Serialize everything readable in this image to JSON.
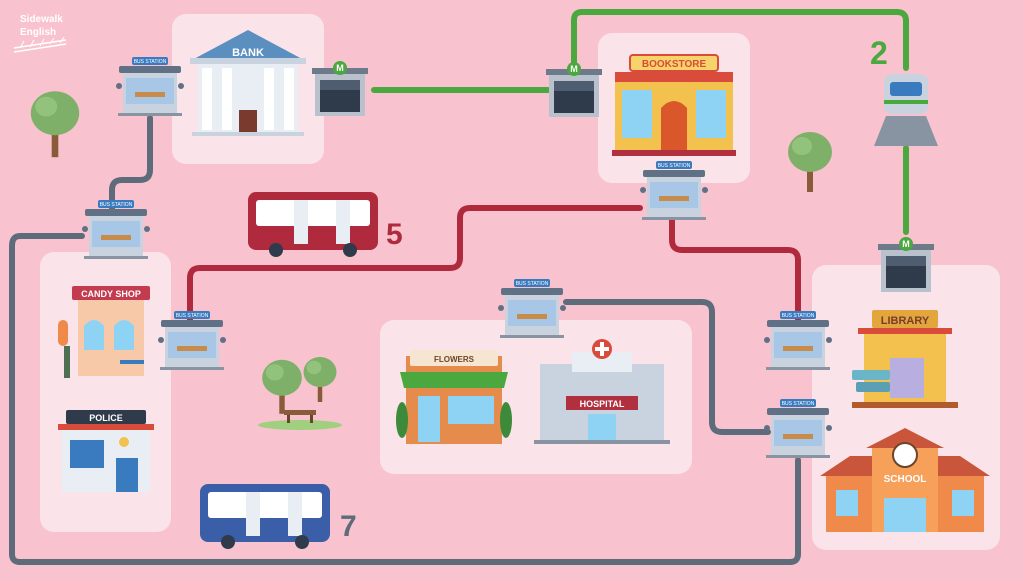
{
  "brand": {
    "line1": "Sidewalk",
    "line2": "English"
  },
  "colors": {
    "background": "#f8c3cf",
    "panel": "#fbe3ea",
    "metro_line": "#4aa83e",
    "bus5_route": "#b02a3e",
    "bus7_route": "#5d6b7a"
  },
  "routes": {
    "metro_number": "2",
    "bus5_number": "5",
    "bus7_number": "7"
  },
  "labels": {
    "bank": "BANK",
    "bookstore": "BOOKSTORE",
    "candy_shop": "CANDY SHOP",
    "police": "POLICE",
    "flowers": "FLOWERS",
    "hospital": "HOSPITAL",
    "library": "LIBRARY",
    "school": "SCHOOL",
    "bus_station": "BUS STATION",
    "metro_sign": "M"
  }
}
